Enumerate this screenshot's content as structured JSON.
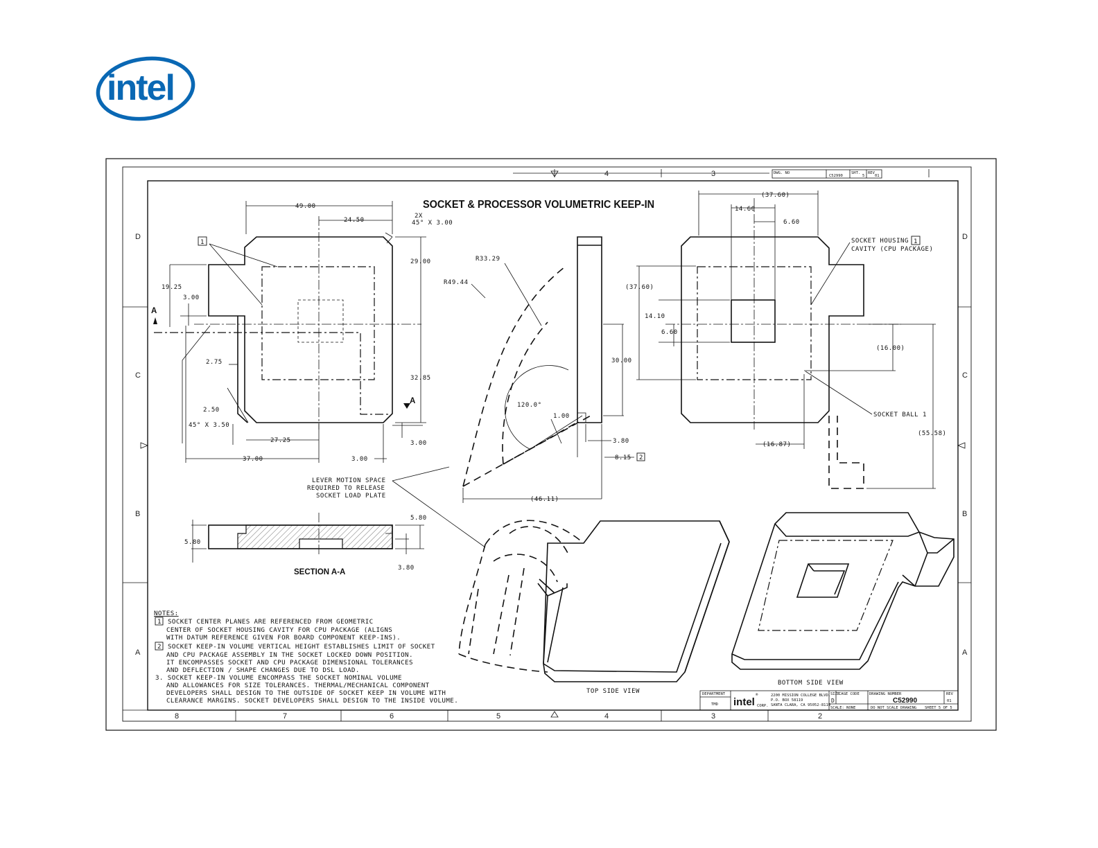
{
  "logo": {
    "text": "intel",
    "registered": "®",
    "brand_color": "#0a68b4"
  },
  "drawing": {
    "title": "SOCKET & PROCESSOR VOLUMETRIC KEEP-IN",
    "section_label": "SECTION  A-A",
    "top_side_view": "TOP SIDE VIEW",
    "bottom_side_view": "BOTTOM SIDE VIEW",
    "zones_cols_top": [
      "4",
      "3"
    ],
    "zones_cols_bottom": [
      "8",
      "7",
      "6",
      "5",
      "4",
      "3",
      "2"
    ],
    "zones_rows": [
      "D",
      "C",
      "B",
      "A"
    ],
    "section_arrow": "A",
    "callout_box": "1",
    "callout_box2": "2",
    "dims": {
      "d49": "49.00",
      "d24_5": "24.50",
      "d2x": "2X",
      "d45x3": "45° X 3.00",
      "d29": "29.00",
      "d19_25": "19.25",
      "d3a": "3.00",
      "d2_75": "2.75",
      "d32_85": "32.85",
      "d2_5": "2.50",
      "d45x3_5": "45° X 3.50",
      "d27_25": "27.25",
      "d37": "37.00",
      "d3b": "3.00",
      "d3c": "3.00",
      "r33": "R33.29",
      "r49": "R49.44",
      "d30": "30.00",
      "a120": "120.0°",
      "d1": "1.00",
      "d3_8": "3.80",
      "d8_15": "8.15",
      "d46": "(46.11)",
      "d37_6a": "(37.60)",
      "d14_6": "14.60",
      "d6_6a": "6.60",
      "d37_6b": "(37.60)",
      "d14_1": "14.10",
      "d6_6b": "6.60",
      "d16": "(16.00)",
      "d16_87": "(16.87)",
      "d55": "(55.58)",
      "s5_8a": "5.80",
      "s5_8b": "5.80",
      "s3_8": "3.80"
    },
    "labels": {
      "lever1": "LEVER MOTION SPACE",
      "lever2": "REQUIRED TO RELEASE",
      "lever3": "SOCKET LOAD PLATE",
      "housing1": "SOCKET HOUSING",
      "housing2": "CAVITY (CPU PACKAGE)",
      "ball": "SOCKET BALL 1"
    },
    "notes": {
      "head": "NOTES:",
      "n1a": "SOCKET CENTER PLANES ARE REFERENCED FROM GEOMETRIC",
      "n1b": "CENTER OF SOCKET HOUSING CAVITY FOR CPU PACKAGE (ALIGNS",
      "n1c": "WITH DATUM REFERENCE GIVEN FOR BOARD COMPONENT KEEP-INS).",
      "n2a": "SOCKET KEEP-IN VOLUME VERTICAL HEIGHT ESTABLISHES LIMIT OF SOCKET",
      "n2b": "AND CPU PACKAGE ASSEMBLY IN THE SOCKET LOCKED DOWN POSITION.",
      "n2c": "IT ENCOMPASSES SOCKET AND CPU PACKAGE DIMENSIONAL TOLERANCES",
      "n2d": "AND DEFLECTION / SHAPE CHANGES DUE TO DSL LOAD.",
      "n3a": "3. SOCKET KEEP-IN VOLUME ENCOMPASS THE SOCKET NOMINAL VOLUME",
      "n3b": "AND ALLOWANCES FOR SIZE TOLERANCES. THERMAL/MECHANICAL COMPONENT",
      "n3c": "DEVELOPERS SHALL DESIGN TO THE OUTSIDE OF SOCKET KEEP IN VOLUME WITH",
      "n3d": "CLEARANCE MARGINS.  SOCKET DEVELOPERS SHALL DESIGN TO THE INSIDE VOLUME."
    },
    "title_block": {
      "department": "DEPARTMENT",
      "dept_val": "TMD",
      "corp": "CORP.",
      "addr1": "2200 MISSION COLLEGE BLVD.",
      "addr2": "P.O. BOX 58119",
      "addr3": "SANTA CLARA, CA 95052-8119",
      "size": "SIZE",
      "cage": "CAGE CODE",
      "size_val": "D",
      "drawing_number": "DRAWING NUMBER",
      "dn_val": "C52990",
      "rev": "REV",
      "rev_val": "01",
      "scale": "SCALE: NONE",
      "donot": "DO NOT SCALE DRAWING",
      "sheet": "SHEET 5 OF 5",
      "top_dwg": "DWG. NO",
      "top_dn": "C52990",
      "top_sht": "SHT.",
      "top_sht_val": "5",
      "top_rev": "REV",
      "top_rev_val": "01"
    }
  }
}
